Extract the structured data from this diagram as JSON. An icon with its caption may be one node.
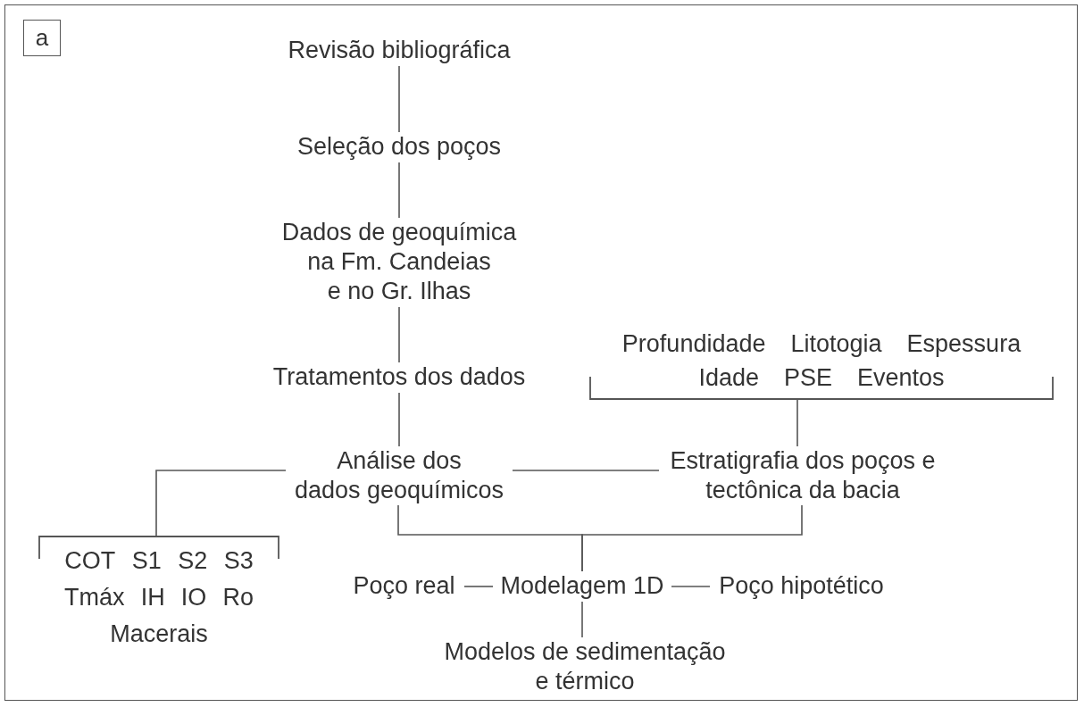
{
  "diagram": {
    "nodes": [
      {
        "text": [
          "a"
        ]
      },
      {
        "text": [
          "Revisão bibliográfica"
        ]
      },
      {
        "text": [
          "Seleção dos poços"
        ]
      },
      {
        "text": [
          "Dados de geoquímica na Fm. Candeias e no Gr. Ilhas"
        ]
      },
      {
        "text": [
          "Tratamentos dos dados"
        ]
      },
      {
        "text": [
          "Profundidade",
          "Litotogia",
          "Espessura",
          "Idade",
          "PSE",
          "Eventos"
        ]
      },
      {
        "text": [
          "Análise dos dados geoquímicos"
        ]
      },
      {
        "text": [
          "Estratigrafia dos poços e tectônica da bacia"
        ]
      },
      {
        "text": [
          "COT",
          "S1",
          "S2",
          "S3",
          "Tmáx",
          "IH",
          "IO",
          "Ro",
          "Macerais"
        ]
      },
      {
        "text": [
          "Poço real"
        ]
      },
      {
        "text": [
          "Modelagem 1D"
        ]
      },
      {
        "text": [
          "Poço hipotético"
        ]
      },
      {
        "text": [
          "Modelos de sedimentação e térmico"
        ]
      }
    ],
    "edges": [
      {
        "from": 1,
        "to": 2,
        "arrow": "none"
      },
      {
        "from": 2,
        "to": 3,
        "arrow": "none"
      },
      {
        "from": 3,
        "to": 4,
        "arrow": "none"
      },
      {
        "from": 4,
        "to": 6,
        "arrow": "none"
      },
      {
        "from": 6,
        "to": 8,
        "arrow": "none"
      },
      {
        "from": 5,
        "to": 7,
        "arrow": "none"
      },
      {
        "from": 6,
        "to": 7,
        "arrow": "none"
      },
      {
        "from": 6,
        "to": 10,
        "arrow": "none"
      },
      {
        "from": 7,
        "to": 10,
        "arrow": "none"
      },
      {
        "from": 9,
        "to": 10,
        "arrow": "none"
      },
      {
        "from": 10,
        "to": 11,
        "arrow": "none"
      },
      {
        "from": 10,
        "to": 12,
        "arrow": "none"
      }
    ]
  }
}
